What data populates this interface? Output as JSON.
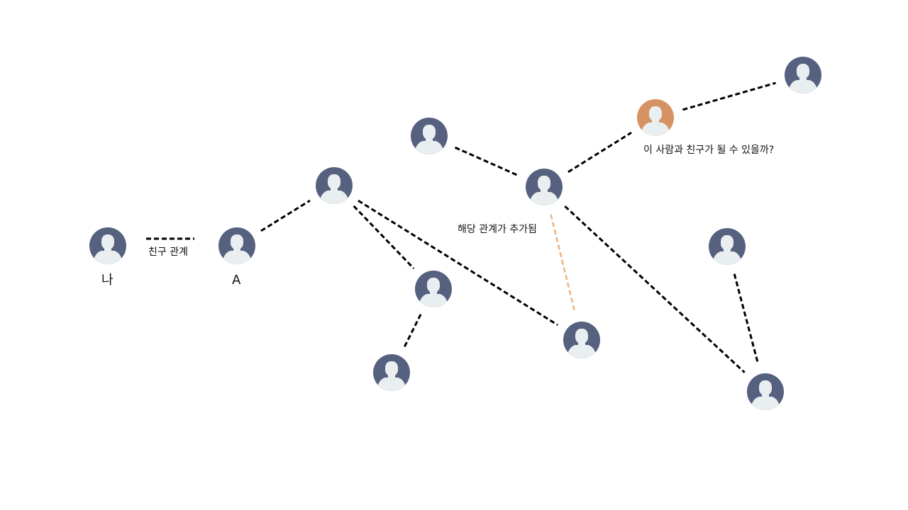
{
  "colors": {
    "node_default": "#56617f",
    "node_highlight": "#d69262",
    "silhouette": "#e9eef0",
    "edge": "#000000",
    "edge_new": "#f0b27e",
    "text": "#111111"
  },
  "labels": {
    "me": "나",
    "a": "A",
    "friend_relation": "친구 관계",
    "relation_added": "해당 관계가 추가됨",
    "question": "이 사람과 친구가 될 수 있을까?"
  },
  "nodes": [
    {
      "id": "me",
      "color": "node_default",
      "icon": "person-icon"
    },
    {
      "id": "a",
      "color": "node_default",
      "icon": "person-icon"
    },
    {
      "id": "n1",
      "color": "node_default",
      "icon": "person-icon"
    },
    {
      "id": "n2",
      "color": "node_default",
      "icon": "person-icon"
    },
    {
      "id": "n3",
      "color": "node_default",
      "icon": "person-icon"
    },
    {
      "id": "n4",
      "color": "node_default",
      "icon": "person-icon"
    },
    {
      "id": "n5",
      "color": "node_default",
      "icon": "person-icon"
    },
    {
      "id": "n6",
      "color": "node_default",
      "icon": "person-icon"
    },
    {
      "id": "candidate",
      "color": "node_highlight",
      "icon": "person-icon"
    },
    {
      "id": "n7",
      "color": "node_default",
      "icon": "person-icon"
    },
    {
      "id": "n8",
      "color": "node_default",
      "icon": "person-icon"
    },
    {
      "id": "n9",
      "color": "node_default",
      "icon": "person-icon"
    }
  ],
  "edges": [
    {
      "from": "a",
      "to": "n1",
      "style": "friend"
    },
    {
      "from": "n1",
      "to": "n3",
      "style": "friend"
    },
    {
      "from": "n3",
      "to": "n4",
      "style": "friend"
    },
    {
      "from": "n1",
      "to": "n5",
      "style": "friend"
    },
    {
      "from": "n2",
      "to": "n6",
      "style": "friend"
    },
    {
      "from": "n6",
      "to": "candidate",
      "style": "friend"
    },
    {
      "from": "candidate",
      "to": "n7",
      "style": "friend"
    },
    {
      "from": "n6",
      "to": "n5",
      "style": "new"
    },
    {
      "from": "n6",
      "to": "n9",
      "style": "friend"
    },
    {
      "from": "n8",
      "to": "n9",
      "style": "friend"
    }
  ]
}
